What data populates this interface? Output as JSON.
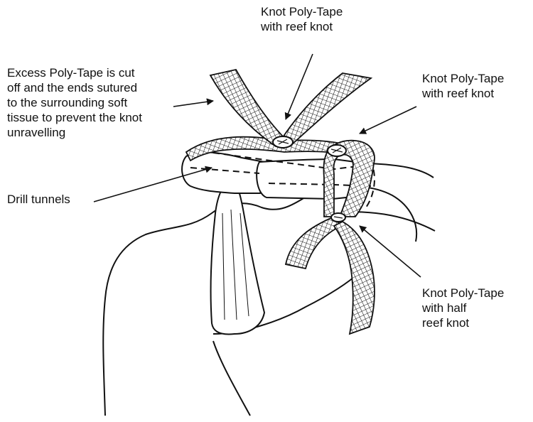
{
  "labels": {
    "excess": {
      "line1": "Excess Poly-Tape is cut",
      "line2": "off and the ends sutured",
      "line3": "to the surrounding soft",
      "line4": "tissue to prevent the knot",
      "line5": "unravelling"
    },
    "top_knot": {
      "line1": "Knot Poly-Tape",
      "line2": "with reef knot"
    },
    "right_knot": {
      "line1": "Knot Poly-Tape",
      "line2": "with reef knot"
    },
    "drill": {
      "line1": "Drill tunnels"
    },
    "half_knot": {
      "line1": "Knot Poly-Tape",
      "line2": "with half",
      "line3": "reef knot"
    }
  },
  "colors": {
    "ink": "#111111",
    "background": "#ffffff"
  }
}
